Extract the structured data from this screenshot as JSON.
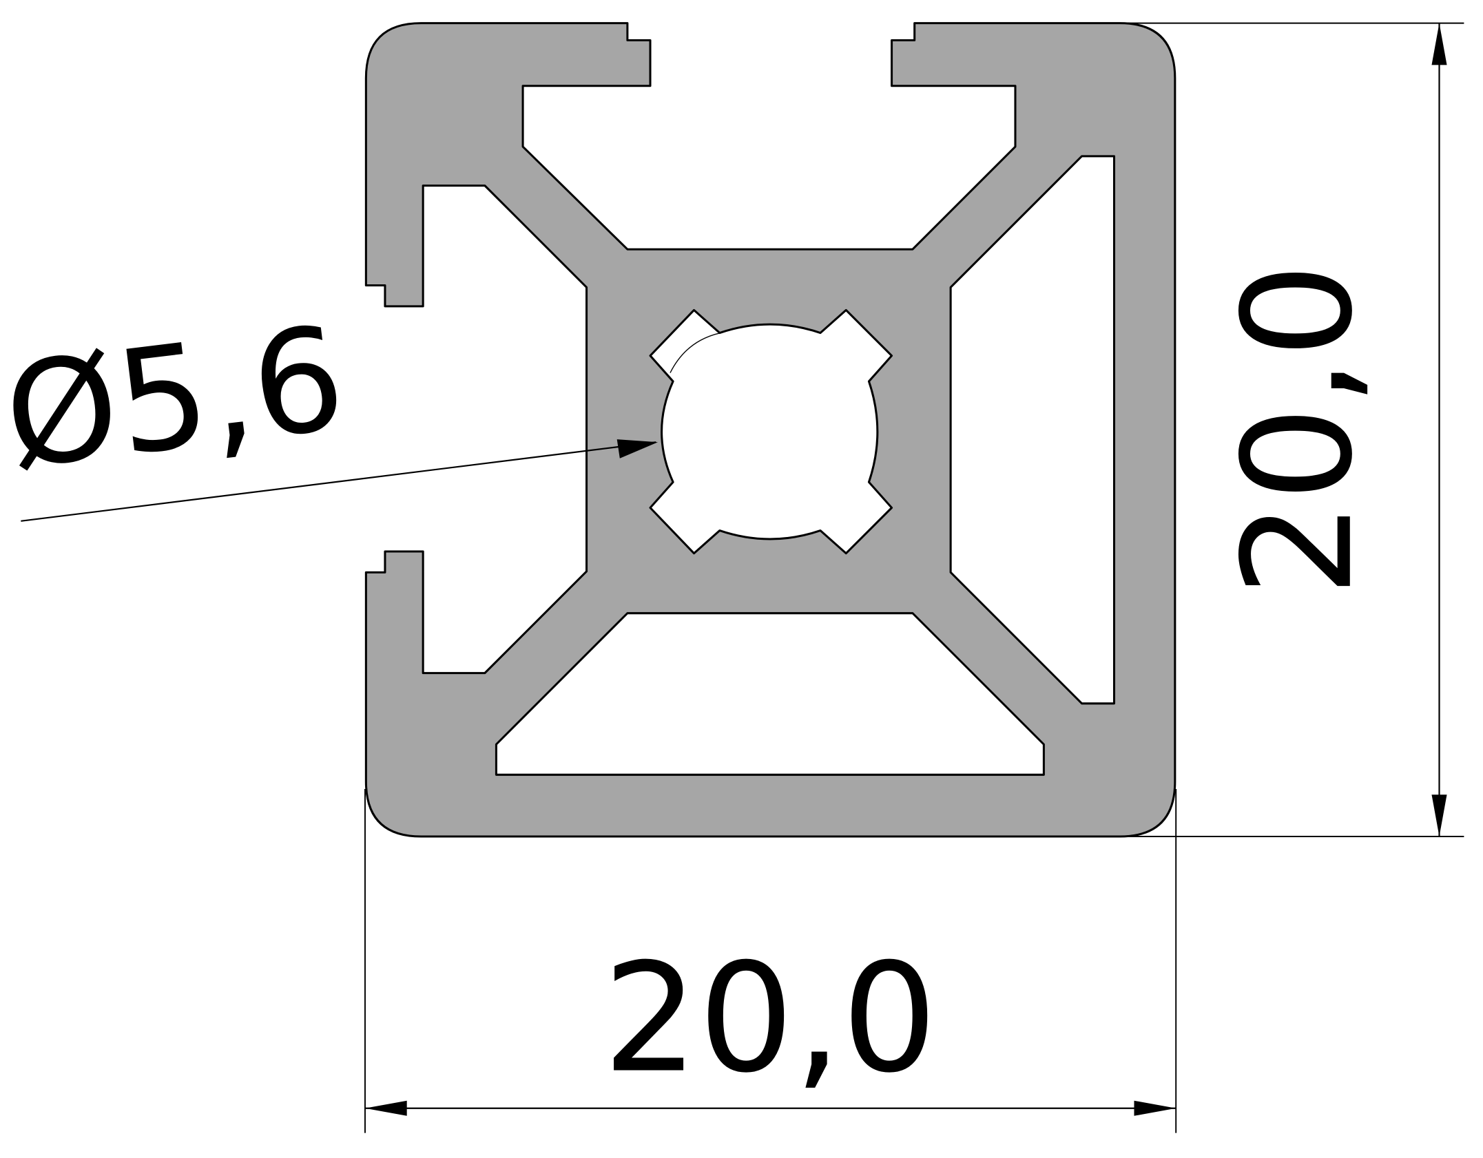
{
  "drawing": {
    "profile_fill": "#a6a6a6",
    "line_color": "#000000",
    "background": "#ffffff"
  },
  "dimensions": {
    "width_label": "20,0",
    "height_label": "20,0",
    "bore_diameter_label": "Ø5,6"
  }
}
